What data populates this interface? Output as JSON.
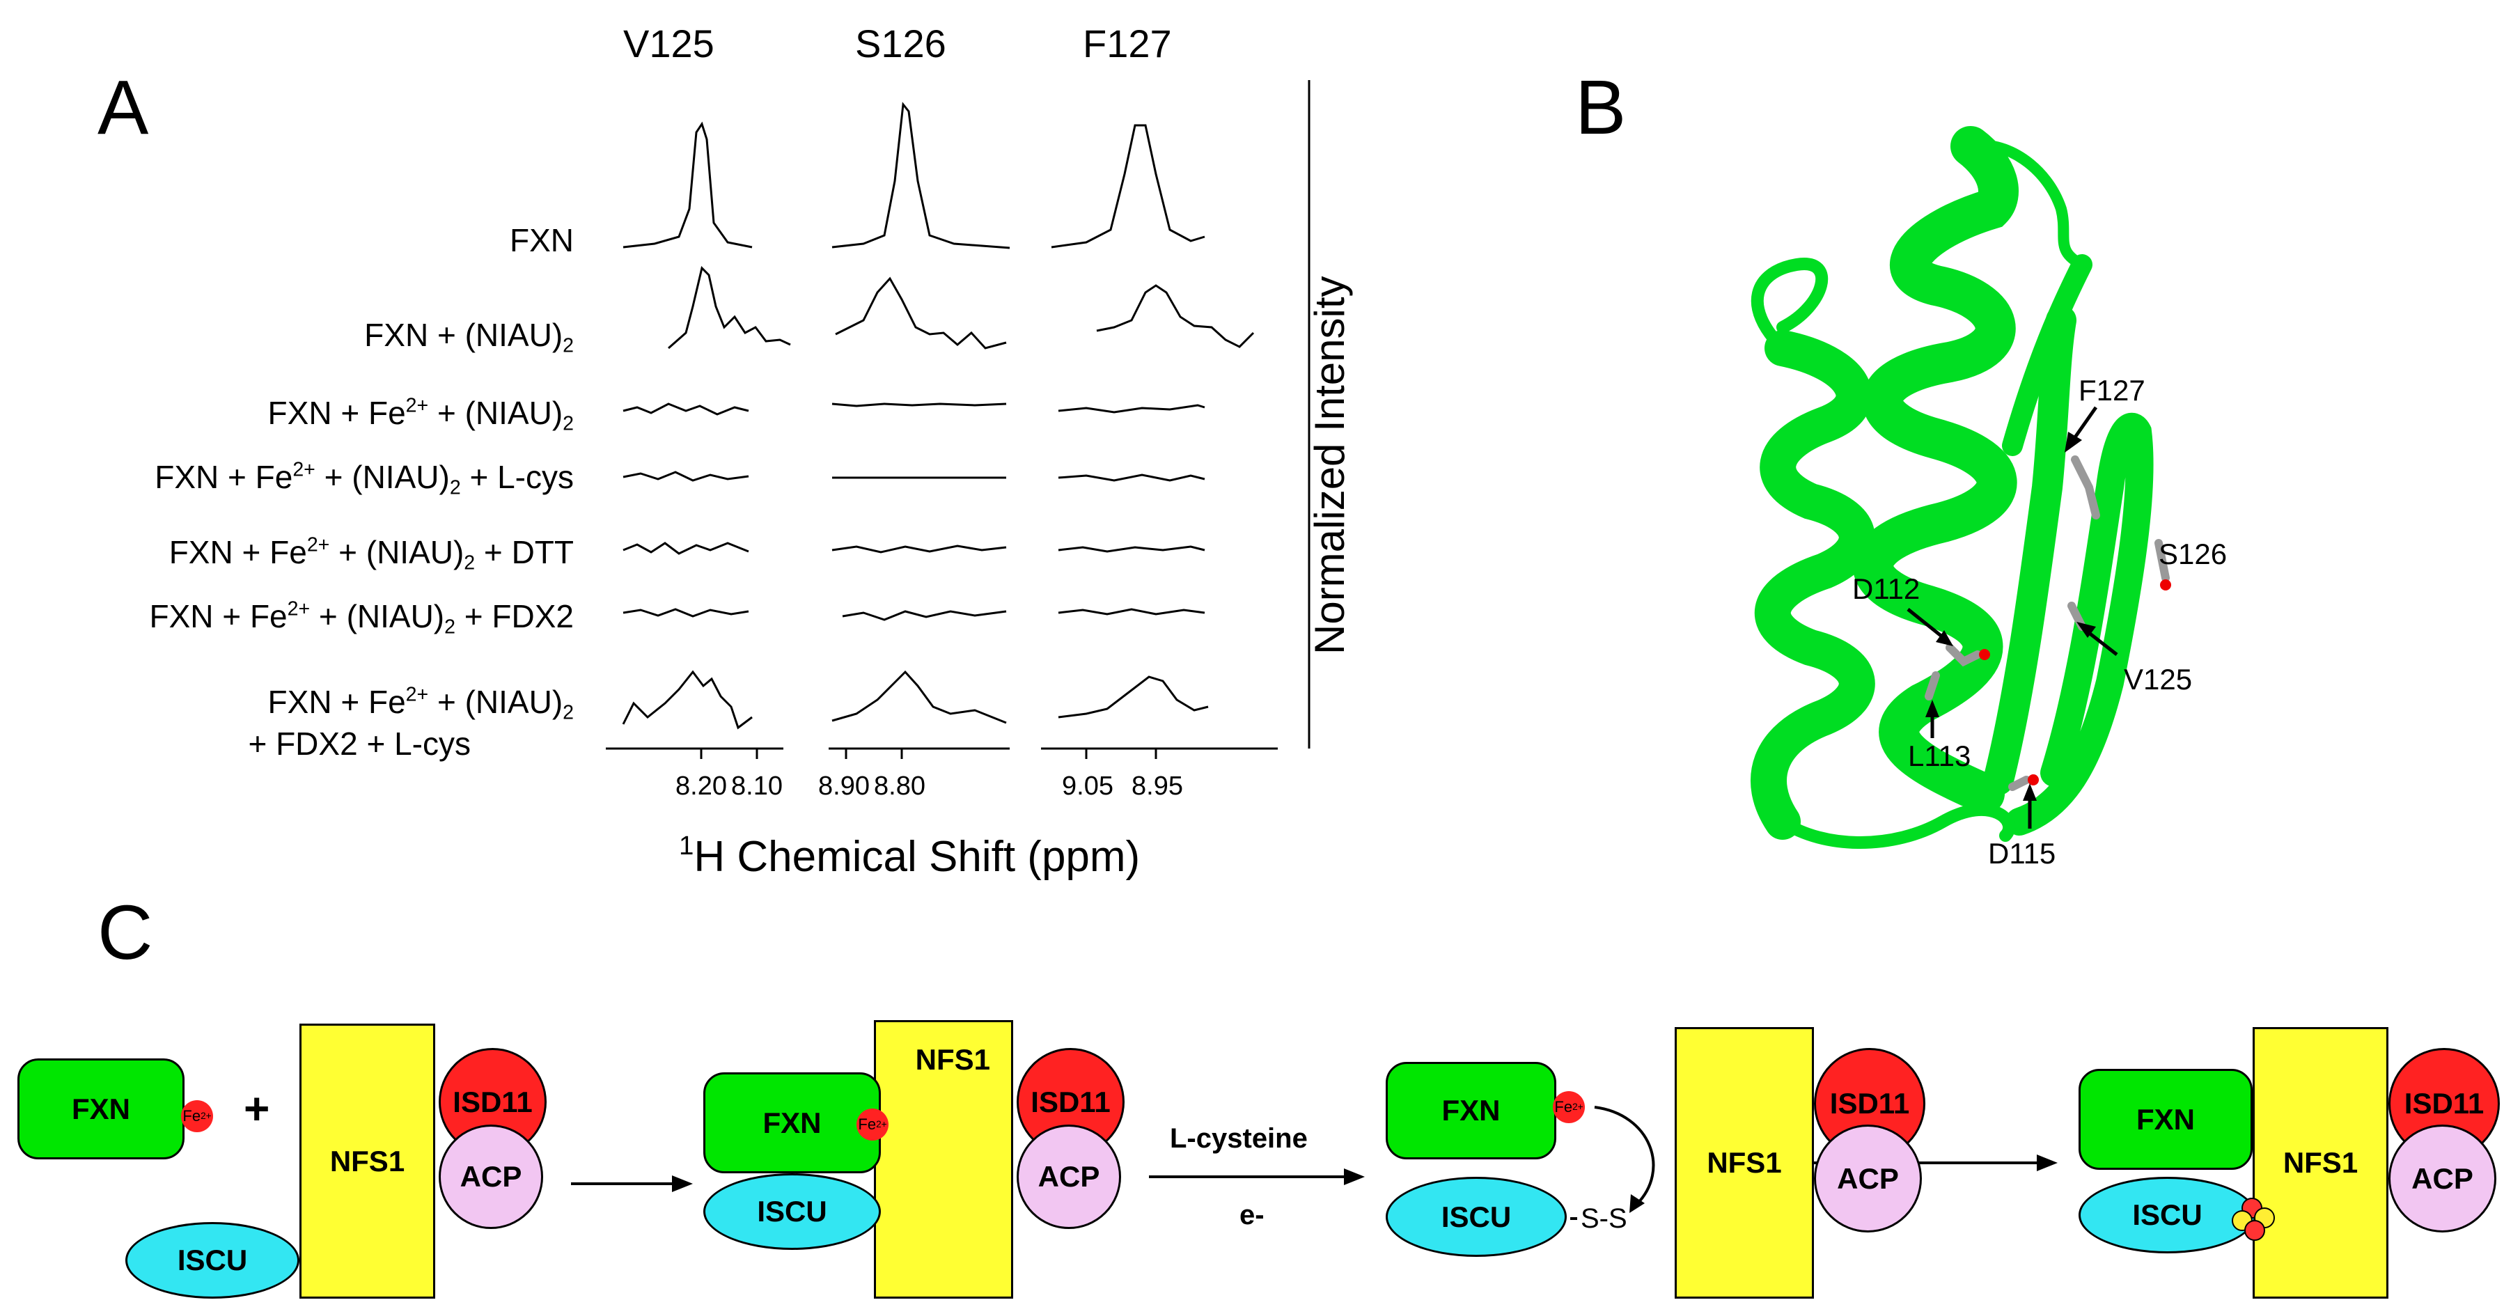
{
  "panels": {
    "a": "A",
    "b": "B",
    "c": "C"
  },
  "panel_a": {
    "residues": [
      "V125",
      "S126",
      "F127"
    ],
    "conditions": [
      {
        "pre": "FXN",
        "post": "",
        "line2": ""
      },
      {
        "pre": "FXN + (NIAU)",
        "post": "",
        "line2": ""
      },
      {
        "pre": "FXN + Fe",
        "post": "",
        "line2": ""
      },
      {
        "pre": "FXN + Fe",
        "post": " + L-cys",
        "line2": ""
      },
      {
        "pre": "FXN + Fe",
        "post": " + DTT",
        "line2": ""
      },
      {
        "pre": "FXN + Fe",
        "post": " + FDX2",
        "line2": ""
      },
      {
        "pre": "FXN + Fe",
        "post": "",
        "line2": "+ FDX2 + L-cys"
      }
    ],
    "plus_niau": " + (NIAU)",
    "sup_fe": "2+",
    "sub_2": "2",
    "ticks_v125": [
      "8.20",
      "8.10"
    ],
    "ticks_s126": [
      "8.90",
      "8.80"
    ],
    "ticks_f127": [
      "9.05",
      "8.95"
    ],
    "ylabel": "Normalized Intensity",
    "xlabel_sup": "1",
    "xlabel": "H Chemical Shift (ppm)"
  },
  "panel_b": {
    "labels": [
      "F127",
      "S126",
      "D112",
      "V125",
      "L113",
      "D115"
    ],
    "protein_color": "#00dd22"
  },
  "panel_c": {
    "fxn": "FXN",
    "nfs1": "NFS1",
    "isd11": "ISD11",
    "acp": "ACP",
    "iscu": "ISCU",
    "fe": "Fe",
    "fe_sup": "2+",
    "plus": "+",
    "l_cysteine": "L-cysteine",
    "electron": "e-",
    "ss": "S-S"
  }
}
